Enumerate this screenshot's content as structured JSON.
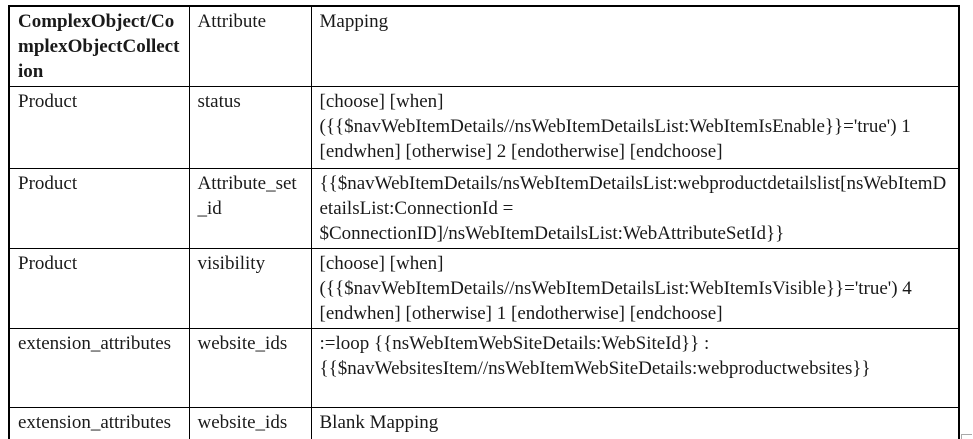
{
  "document": {
    "background_color": "#ffffff",
    "text_color": "#1a1a1a",
    "table_border_color": "#000000"
  },
  "mapping_table": {
    "headers": {
      "complex_object": "ComplexObject/ComplexObjectCollection",
      "attribute": "Attribute",
      "mapping": "Mapping"
    },
    "rows": [
      {
        "complex_object": "Product",
        "attribute": "status",
        "mapping": "[choose] [when] ({{$navWebItemDetails//nsWebItemDetailsList:WebItemIsEnable}}='true') 1 [endwhen] [otherwise] 2 [endotherwise] [endchoose]"
      },
      {
        "complex_object": "Product",
        "attribute": "Attribute_set_id",
        "mapping": "{{$navWebItemDetails/nsWebItemDetailsList:webproductdetailslist[nsWebItemDetailsList:ConnectionId = $ConnectionID]/nsWebItemDetailsList:WebAttributeSetId}}"
      },
      {
        "complex_object": "Product",
        "attribute": "visibility",
        "mapping": "[choose] [when] ({{$navWebItemDetails//nsWebItemDetailsList:WebItemIsVisible}}='true') 4 [endwhen] [otherwise] 1 [endotherwise] [endchoose]"
      },
      {
        "complex_object": "extension_attributes",
        "attribute": "website_ids",
        "mapping": ":=loop {{nsWebItemWebSiteDetails:WebSiteId}} : {{$navWebsitesItem//nsWebItemWebSiteDetails:webproductwebsites}}"
      },
      {
        "complex_object": "extension_attributes",
        "attribute": "website_ids",
        "mapping": "Blank Mapping"
      }
    ]
  }
}
